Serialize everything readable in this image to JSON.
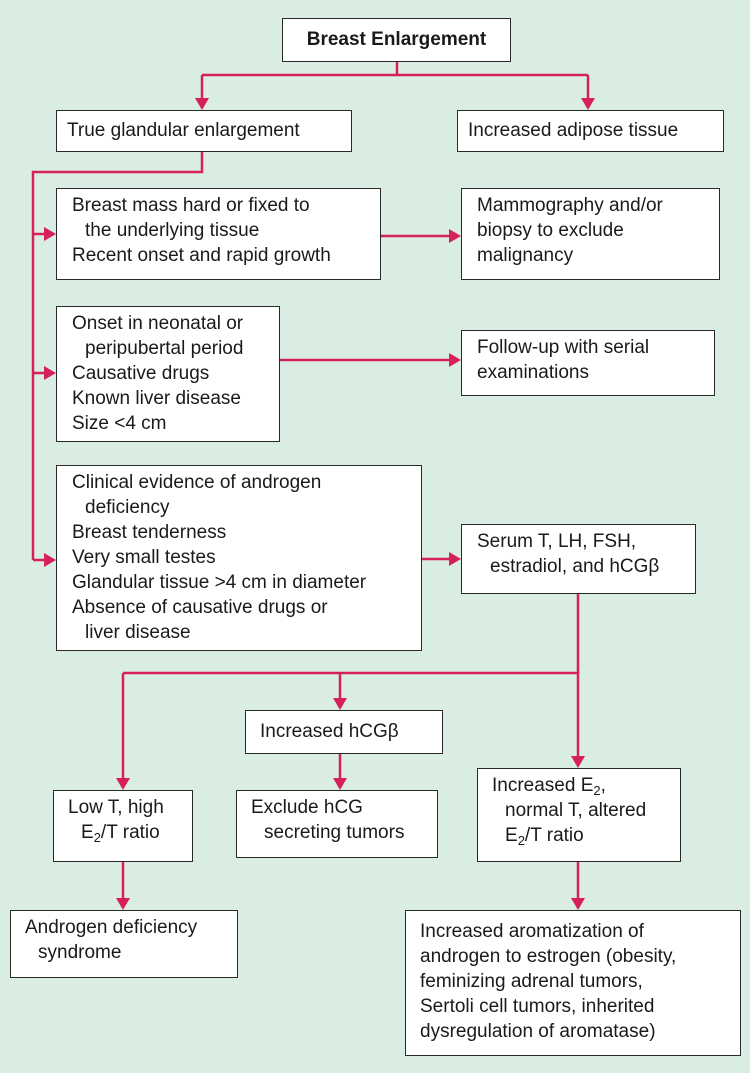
{
  "diagram": {
    "colors": {
      "background": "#d9ede3",
      "connector": "#d6205a",
      "box_border": "#2a2a2a"
    },
    "title": "Breast Enlargement",
    "true_glandular": "True glandular enlargement",
    "adipose": "Increased adipose tissue",
    "mass": {
      "l1": "Breast mass hard or fixed to",
      "l2": "the underlying tissue",
      "l3": "Recent onset and rapid growth"
    },
    "mammo": {
      "l1": "Mammography and/or",
      "l2": "biopsy to exclude",
      "l3": "malignancy"
    },
    "neonatal": {
      "l1": "Onset in neonatal or",
      "l2": "peripubertal period",
      "l3": "Causative drugs",
      "l4": "Known liver disease",
      "l5": "Size <4 cm"
    },
    "followup": {
      "l1": "Follow-up with serial",
      "l2": "examinations"
    },
    "clinical": {
      "l1": "Clinical evidence of androgen",
      "l2": "deficiency",
      "l3": "Breast tenderness",
      "l4": "Very small testes",
      "l5": "Glandular tissue >4 cm in diameter",
      "l6": "Absence of causative drugs or",
      "l7": "liver disease"
    },
    "serum": {
      "l1": "Serum T, LH, FSH,",
      "l2": "estradiol, and hCGβ"
    },
    "hcg_increased": "Increased hCGβ",
    "lowt": {
      "l1": "Low T, high",
      "l2a": "E",
      "l2sub": "2",
      "l2b": "/T ratio"
    },
    "exclude": {
      "l1": "Exclude hCG",
      "l2": "secreting tumors"
    },
    "e2": {
      "l1a": "Increased E",
      "l1sub": "2",
      "l1b": ",",
      "l2": "normal T, altered",
      "l3a": "E",
      "l3sub": "2",
      "l3b": "/T ratio"
    },
    "deficiency": {
      "l1": "Androgen deficiency",
      "l2": "syndrome"
    },
    "aromatization": {
      "l1": "Increased aromatization of",
      "l2": "androgen to estrogen (obesity,",
      "l3": "feminizing adrenal tumors,",
      "l4": "Sertoli cell tumors, inherited",
      "l5": "dysregulation of aromatase)"
    }
  }
}
